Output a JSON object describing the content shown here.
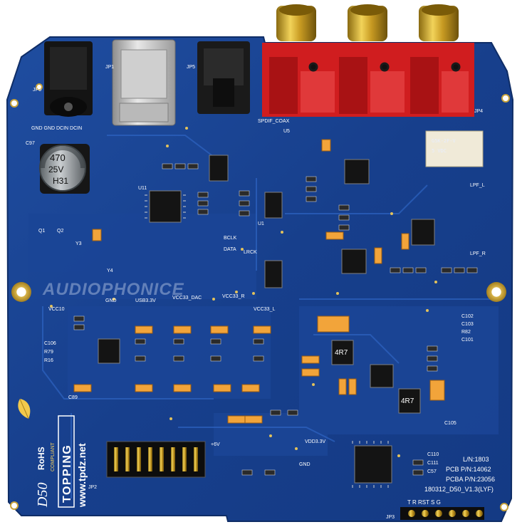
{
  "board": {
    "watermark": "AUDIOPHONICE",
    "logo_model": "D50",
    "logo_rohs": "RoHS",
    "logo_compliant": "COMPLIANT",
    "logo_brand": "TOPPING",
    "logo_url": "www.tpdz.net",
    "info_ln": "L/N:1803",
    "info_pcb": "PCB  P/N:14062",
    "info_pcba": "PCBA P/N:23056",
    "info_rev": "180312_D50_V1.3(LYF)",
    "cap_value": "470",
    "cap_voltage": "25V",
    "cap_code": "H31",
    "inductor_label": "4R7"
  },
  "silkscreen": {
    "jp1": "JP1",
    "jp2": "JP2",
    "jp3": "JP3",
    "jp4": "JP4",
    "jp5": "JP5",
    "jp6": "JP6",
    "gnd_dcin": "GND GND DCIN DCIN",
    "c97": "C97",
    "spdif_coax": "SPDIF_COAX",
    "lpf_l": "LPF_L",
    "lpf_r": "LPF_R",
    "vcc10": "VCC10",
    "gnd1": "GND",
    "usb33": "USB3.3V",
    "vcc33_dac": "VCC33_DAC",
    "vcc33_r": "VCC33_R",
    "vcc33_l": "VCC33_L",
    "bclk": "BCLK",
    "data": "DATA",
    "lrck": "LRCK",
    "plus6v": "+6V",
    "vdd33": "VDD3.3V",
    "gnd2": "GND",
    "c110": "C110",
    "c111": "C111",
    "c57": "C57",
    "c102": "C102",
    "c103": "C103",
    "r82": "R82",
    "c101": "C101",
    "jp3_pins": "T  R  RST  S   G",
    "u1": "U1",
    "u5": "U5",
    "u11": "U11",
    "q1": "Q1",
    "q2": "Q2",
    "y3": "Y3",
    "y4": "Y4",
    "c106": "C106",
    "r79": "R79",
    "r16": "R16",
    "c89": "C89",
    "c105": "C105"
  }
}
